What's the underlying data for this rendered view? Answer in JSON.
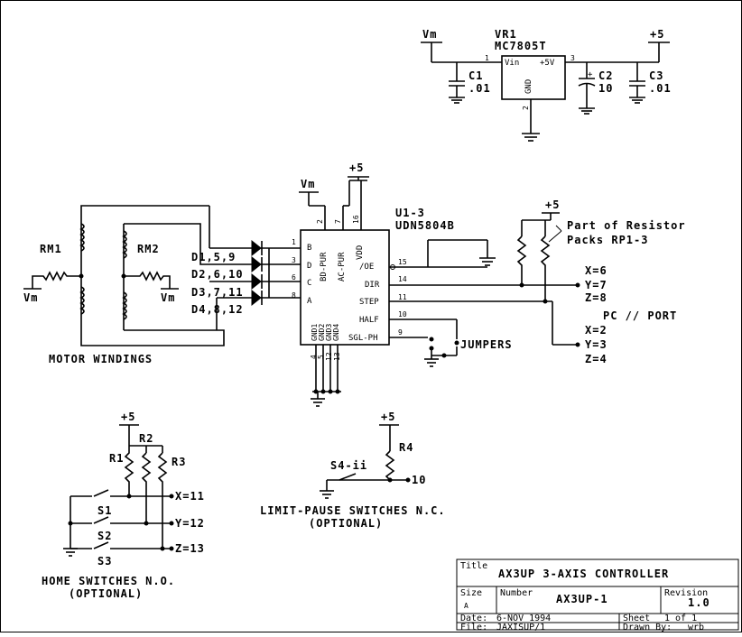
{
  "regulator": {
    "ref": "VR1",
    "part": "MC7805T",
    "vin_pin": "Vin",
    "out_pin": "+5V",
    "gnd_pin": "GND",
    "pin1": "1",
    "pin2": "2",
    "pin3": "3",
    "vm": "Vm",
    "plus5": "+5",
    "c1": "C1",
    "c1v": ".01",
    "c2": "C2",
    "c2v": "10",
    "c3": "C3",
    "c3v": ".01",
    "plus_mark": "+"
  },
  "driver": {
    "ref": "U1-3",
    "part": "UDN5804B",
    "vm": "Vm",
    "plus5": "+5",
    "pin_labels_left": [
      "B",
      "D",
      "C",
      "A"
    ],
    "pin_numbers_left": [
      "1",
      "3",
      "6",
      "8"
    ],
    "top_pins": [
      "BD-PUR",
      "AC-PUR",
      "VDD"
    ],
    "top_pin_numbers": [
      "2",
      "7",
      "16"
    ],
    "right_pins": [
      "/OE",
      "DIR",
      "STEP",
      "HALF",
      "SGL-PH"
    ],
    "right_pin_numbers": [
      "15",
      "14",
      "11",
      "10",
      "9"
    ],
    "bottom_pins": [
      "GND1",
      "GND2",
      "GND3",
      "GND4"
    ],
    "bottom_pin_numbers": [
      "4",
      "5",
      "12",
      "13"
    ]
  },
  "motor": {
    "rm1": "RM1",
    "rm2": "RM2",
    "vm1": "Vm",
    "vm2": "Vm",
    "caption": "MOTOR WINDINGS",
    "diodes": [
      "D1,5,9",
      "D2,6,10",
      "D3,7,11",
      "D4,8,12"
    ]
  },
  "port": {
    "plus5": "+5",
    "resistor_note_1": "Part of Resistor",
    "resistor_note_2": "Packs RP1-3",
    "dir_labels": [
      "X=6",
      "Y=7",
      "Z=8"
    ],
    "step_labels": [
      "X=2",
      "Y=3",
      "Z=4"
    ],
    "pc_port": "PC // PORT",
    "jumpers": "JUMPERS"
  },
  "home": {
    "plus5": "+5",
    "r1": "R1",
    "r2": "R2",
    "r3": "R3",
    "s1": "S1",
    "s2": "S2",
    "s3": "S3",
    "outs": [
      "X=11",
      "Y=12",
      "Z=13"
    ],
    "caption_1": "HOME SWITCHES N.O.",
    "caption_2": "(OPTIONAL)"
  },
  "limit": {
    "plus5": "+5",
    "r4": "R4",
    "switch": "S4-ii",
    "pin": "10",
    "caption_1": "LIMIT-PAUSE SWITCHES N.C.",
    "caption_2": "(OPTIONAL)"
  },
  "title_block": {
    "title_label": "Title",
    "title": "AX3UP 3-AXIS CONTROLLER",
    "size_label": "Size",
    "size": "A",
    "number_label": "Number",
    "number": "AX3UP-1",
    "revision_label": "Revision",
    "revision": "1.0",
    "date_label": "Date:",
    "date": "6-NOV 1994",
    "sheet_label": "Sheet",
    "sheet": "1 of 1",
    "file_label": "File:",
    "file": "JAXISUP/1",
    "drawn_label": "Drawn By:",
    "drawn": "wrb"
  }
}
